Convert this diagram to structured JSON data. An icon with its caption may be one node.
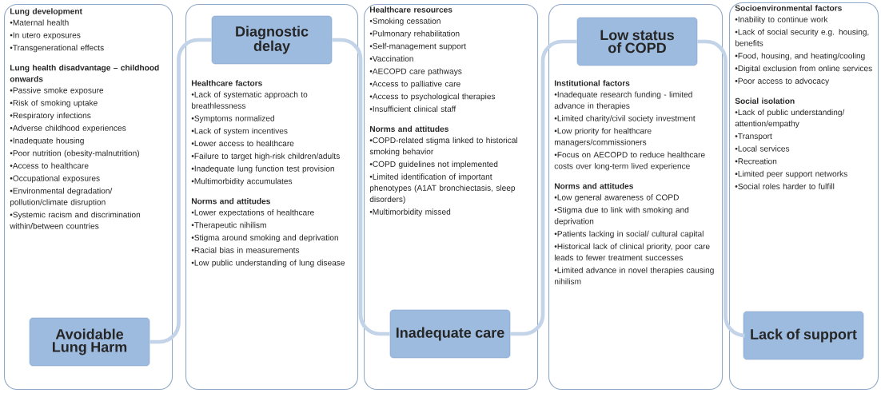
{
  "diagram": {
    "nodes": [
      {
        "text": [
          "Lung development",
          "•Maternal health",
          "•In utero exposures",
          "•Transgenerational effects",
          "Lung health disadvantage – childhood onwards",
          "•Passive smoke exposure",
          "•Risk of smoking uptake",
          "•Respiratory infections",
          "•Adverse childhood experiences",
          "•Inadequate housing",
          "•Poor nutrition (obesity-malnutrition)",
          "•Access to healthcare",
          "•Occupational exposures",
          "•Environmental degradation/ pollution/climate disruption",
          "•Systemic racism and discrimination within/between countries"
        ]
      },
      {
        "text": [
          "Avoidable Lung Harm"
        ],
        "in": 0
      },
      {
        "text": [
          "Healthcare factors",
          "•Lack of systematic approach to breathlessness",
          "•Symptoms normalized",
          "•Lack of system incentives",
          "•Lower access to healthcare",
          "•Failure to target high-risk children/adults",
          "•Inadequate lung function test provision",
          "•Multimorbidity accumulates",
          "Norms and attitudes",
          "•Lower expectations of healthcare",
          "•Therapeutic nihilism",
          "•Stigma around smoking and deprivation",
          "•Racial bias in measurements",
          "•Low public understanding of lung disease"
        ]
      },
      {
        "text": [
          "Diagnostic delay"
        ],
        "in": 2
      },
      {
        "text": [
          "Healthcare resources",
          "•Smoking cessation",
          "•Pulmonary rehabilitation",
          "•Self-management support",
          "•Vaccination",
          "•AECOPD care pathways",
          "•Access to palliative care",
          "•Access to psychological therapies",
          "•Insufficient clinical staff",
          "Norms and attitudes",
          "•COPD-related stigma linked to historical smoking behavior",
          "•COPD guidelines not implemented",
          "•Limited identification of important phenotypes (A1AT bronchiectasis, sleep disorders)",
          "•Multimorbidity missed"
        ]
      },
      {
        "text": [
          "Inadequate care"
        ],
        "in": 4
      },
      {
        "text": [
          "Institutional factors",
          "•Inadequate research funding - limited advance in therapies",
          "•Limited charity/civil society investment",
          "•Low priority for healthcare managers/commissioners",
          "•Focus on AECOPD to reduce healthcare costs over long-term lived experience",
          "Norms and attitudes",
          "•Low general awareness of COPD",
          "•Stigma due to link with smoking and deprivation",
          "•Patients lacking in social/ cultural capital",
          "•Historical lack of clinical priority, poor care leads to fewer treatment successes",
          "•Limited advance in novel therapies causing nihilism"
        ]
      },
      {
        "text": [
          "Low status of COPD"
        ],
        "in": 6
      },
      {
        "text": [
          "Socioenvironmental factors",
          "•Inability to continue work",
          "•Lack of social security e.g. housing, benefits",
          "•Food, housing, and heating/cooling",
          "•Digital exclusion from online services",
          "•Poor access to advocacy",
          "Social isolation",
          "•Lack of public understanding/ attention/empathy",
          "•Transport",
          "•Local services",
          "•Recreation",
          "•Limited peer support networks",
          "•Social roles harder to fulfill"
        ]
      },
      {
        "text": [
          "Lack of support"
        ],
        "in": 8
      }
    ],
    "edges": [
      {
        "from": 1,
        "to": 3,
        "arrow": "none"
      },
      {
        "from": 3,
        "to": 5,
        "arrow": "none"
      },
      {
        "from": 5,
        "to": 7,
        "arrow": "none"
      },
      {
        "from": 7,
        "to": 9,
        "arrow": "none"
      }
    ]
  }
}
